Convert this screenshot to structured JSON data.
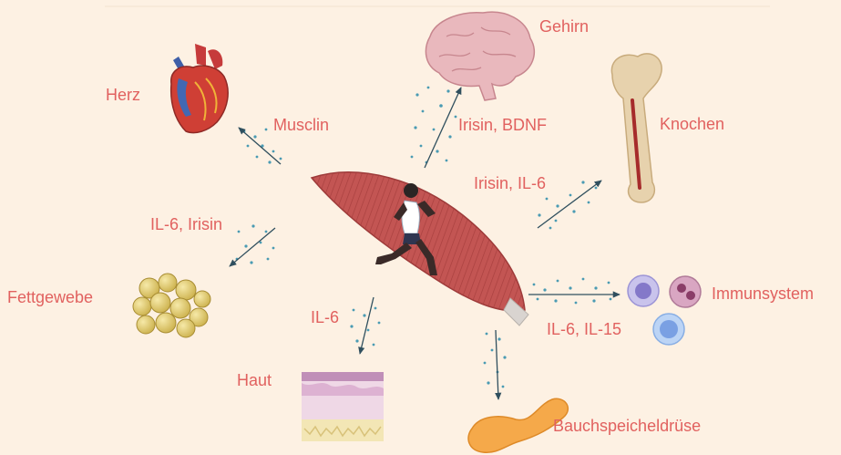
{
  "organs": {
    "brain": "Gehirn",
    "heart": "Herz",
    "bone": "Knochen",
    "fat": "Fettgewebe",
    "immune": "Immunsystem",
    "skin": "Haut",
    "pancreas": "Bauchspeicheldrüse"
  },
  "myokines": {
    "brain": "Irisin, BDNF",
    "heart": "Musclin",
    "bone": "Irisin, IL-6",
    "fat": "IL-6, Irisin",
    "immune": "IL-6, IL-15",
    "skin": "IL-6"
  },
  "colors": {
    "background": "#fdf1e3",
    "label": "#e1615f",
    "arrow": "#2f4f5e",
    "dots": "#4a9bb3",
    "muscle": "#c05250"
  }
}
